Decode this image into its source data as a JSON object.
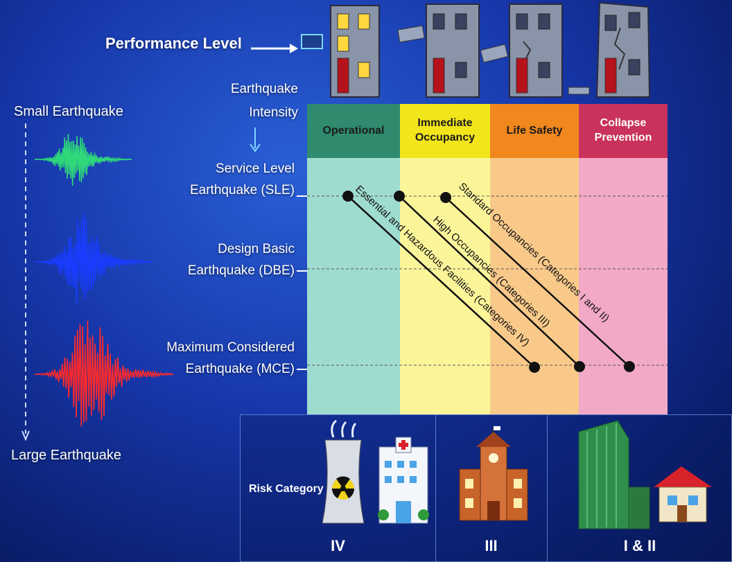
{
  "performance_level_label": "Performance Level",
  "intensity_label_line1": "Earthquake",
  "intensity_label_line2": "Intensity",
  "small_eq_label": "Small Earthquake",
  "large_eq_label": "Large Earthquake",
  "earthquake_levels": [
    {
      "line1": "Service Level",
      "line2": "Earthquake (SLE)"
    },
    {
      "line1": "Design Basic",
      "line2": "Earthquake (DBE)"
    },
    {
      "line1": "Maximum Considered",
      "line2": "Earthquake (MCE)"
    }
  ],
  "performance_columns": [
    {
      "line1": "Operational",
      "line2": "",
      "head_color": "#2f8a6e",
      "body_color": "#9fdcd0",
      "text_color": "#1a1a1a"
    },
    {
      "line1": "Immediate",
      "line2": "Occupancy",
      "head_color": "#f2e51a",
      "body_color": "#fbf59a",
      "text_color": "#1a1a1a"
    },
    {
      "line1": "Life Safety",
      "line2": "",
      "head_color": "#f0881e",
      "body_color": "#f9c98a",
      "text_color": "#1a1a1a"
    },
    {
      "line1": "Collapse",
      "line2": "Prevention",
      "head_color": "#c9325a",
      "body_color": "#f2a9c6",
      "text_color": "#ffffff"
    }
  ],
  "occupancy_lines": [
    {
      "label": "Essential and Hazardous Facilities (Categories IV)"
    },
    {
      "label": "High Occupancies (Categories III)"
    },
    {
      "label": "Standard Occupancies (Categories I and II)"
    }
  ],
  "risk_category_label": "Risk Category",
  "risk_categories": [
    "IV",
    "III",
    "I & II"
  ],
  "colors": {
    "background": "#1636a8",
    "wave_small": "#2fd97a",
    "wave_medium": "#1a3cff",
    "wave_large": "#ff2a2a"
  }
}
